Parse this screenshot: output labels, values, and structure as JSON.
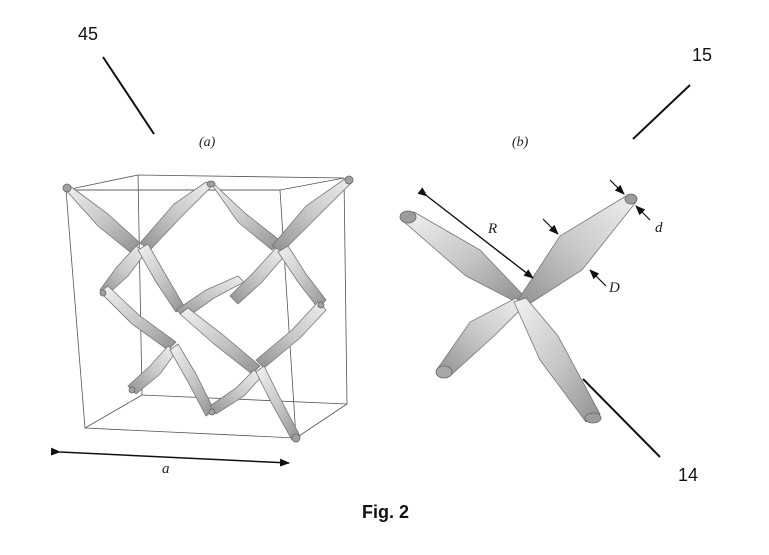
{
  "references": {
    "r45": "45",
    "r15": "15",
    "r14": "14"
  },
  "subfigures": {
    "a": "(a)",
    "b": "(b)"
  },
  "dimensions": {
    "a": "a",
    "R": "R",
    "d": "d",
    "D": "D"
  },
  "caption": "Fig. 2",
  "colors": {
    "strut_light": "#e4e4e4",
    "strut_mid": "#b9b9b9",
    "strut_dark": "#8a8a8a",
    "line": "#111111"
  }
}
